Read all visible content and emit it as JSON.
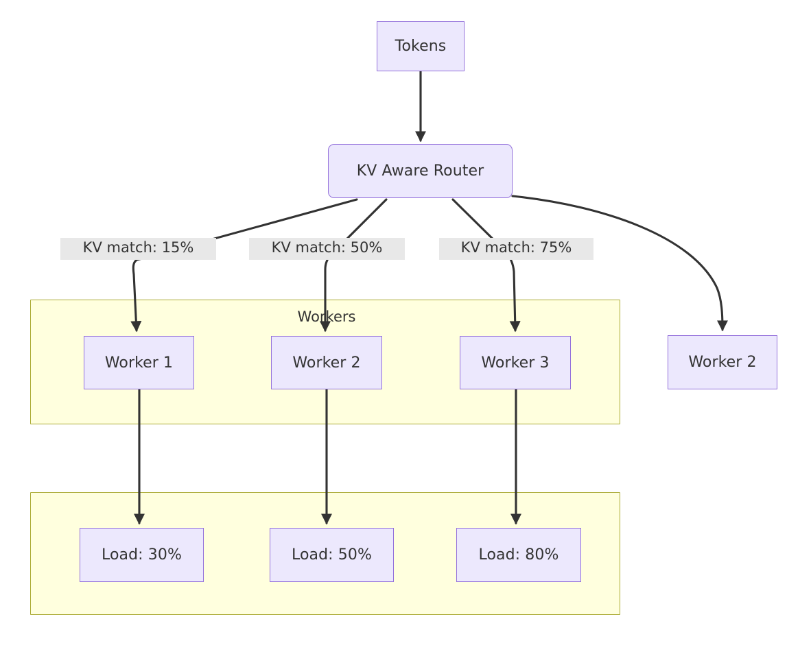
{
  "diagram": {
    "type": "flowchart",
    "direction": "top-down",
    "title": "",
    "background_color": "#ffffff",
    "node_fill": "#ece8fd",
    "node_stroke": "#9370db",
    "cluster_fill": "#ffffde",
    "cluster_stroke": "#aaaa33",
    "edge_color": "#333333",
    "edge_label_bg": "#e8e8e8",
    "text_color": "#333333"
  },
  "nodes": {
    "tokens": {
      "label": "Tokens"
    },
    "router": {
      "label": "KV Aware Router"
    },
    "worker1": {
      "label": "Worker 1"
    },
    "worker2": {
      "label": "Worker 2"
    },
    "worker3": {
      "label": "Worker 3"
    },
    "worker_overflow": {
      "label": "Worker 2"
    },
    "load1": {
      "label": "Load: 30%"
    },
    "load2": {
      "label": "Load: 50%"
    },
    "load3": {
      "label": "Load: 80%"
    }
  },
  "clusters": {
    "workers": {
      "label": "Workers"
    },
    "loads": {
      "label": ""
    }
  },
  "edges": [
    {
      "from": "tokens",
      "to": "router",
      "label": ""
    },
    {
      "from": "router",
      "to": "worker1",
      "label": "KV match: 15%"
    },
    {
      "from": "router",
      "to": "worker2",
      "label": "KV match: 50%"
    },
    {
      "from": "router",
      "to": "worker3",
      "label": "KV match: 75%"
    },
    {
      "from": "router",
      "to": "worker_overflow",
      "label": ""
    },
    {
      "from": "worker1",
      "to": "load1",
      "label": ""
    },
    {
      "from": "worker2",
      "to": "load2",
      "label": ""
    },
    {
      "from": "worker3",
      "to": "load3",
      "label": ""
    }
  ]
}
